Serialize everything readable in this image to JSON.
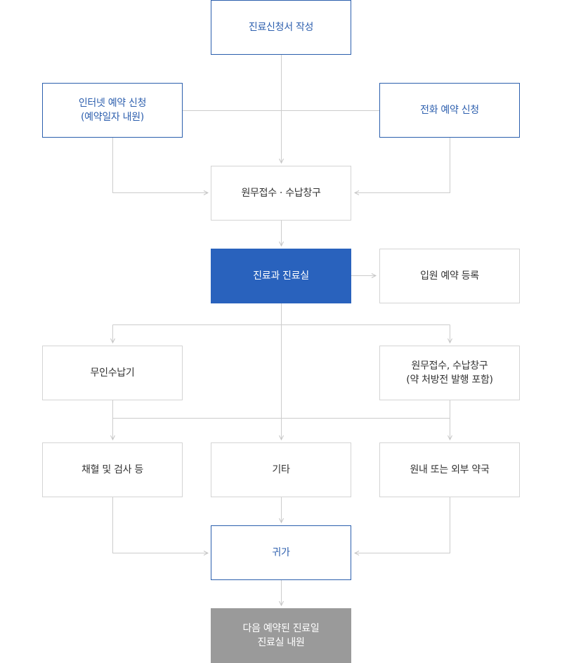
{
  "nodes": {
    "request": {
      "lines": [
        "진료신청서 작성"
      ]
    },
    "internet": {
      "lines": [
        "인터넷 예약 신청",
        "(예약일자 내원)"
      ]
    },
    "phone": {
      "lines": [
        "전화 예약 신청"
      ]
    },
    "reception": {
      "lines": [
        "원무접수 · 수납창구"
      ]
    },
    "clinic": {
      "lines": [
        "진료과 진료실"
      ]
    },
    "admission": {
      "lines": [
        "입원 예약 등록"
      ]
    },
    "kiosk": {
      "lines": [
        "무인수납기"
      ]
    },
    "payment": {
      "lines": [
        "원무접수, 수납창구",
        "(약 처방전 발행 포함)"
      ]
    },
    "test": {
      "lines": [
        "채혈 및 검사 등"
      ]
    },
    "etc": {
      "lines": [
        "기타"
      ]
    },
    "pharmacy": {
      "lines": [
        "원내 또는 외부 약국"
      ]
    },
    "home": {
      "lines": [
        "귀가"
      ]
    },
    "next": {
      "lines": [
        "다음 예약된 진료일",
        "진료실 내원"
      ]
    }
  },
  "colors": {
    "accent": "#2962bd",
    "accent_text": "#2d5fae",
    "final_gray": "#9a9a9a",
    "connector": "#cccccc"
  }
}
